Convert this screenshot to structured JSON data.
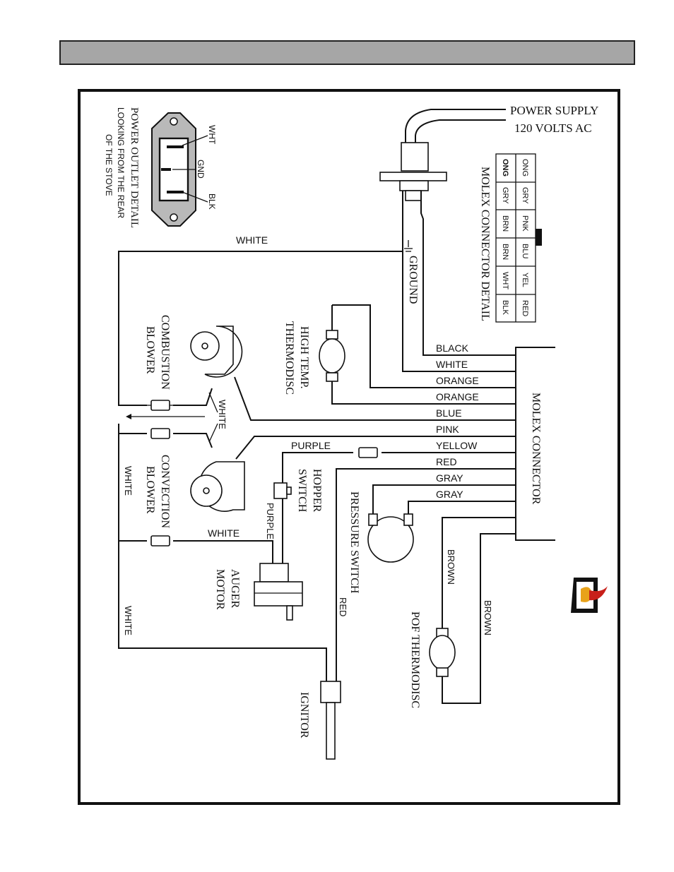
{
  "header": {
    "title": ""
  },
  "power_supply": {
    "line1": "POWER SUPPLY",
    "line2": "120 VOLTS AC"
  },
  "ground_label": "GROUND",
  "molex_detail": {
    "title": "MOLEX CONNECTOR DETAIL",
    "row_top": [
      "ONG",
      "GRY",
      "PNK",
      "BLU",
      "YEL",
      "RED"
    ],
    "row_bottom": [
      "ONG",
      "GRY",
      "BRN",
      "BRN",
      "WHT",
      "BLK"
    ]
  },
  "molex_connector_label": "MOLEX CONNECTOR",
  "wires": [
    "BLACK",
    "WHITE",
    "ORANGE",
    "ORANGE",
    "BLUE",
    "PINK",
    "YELLOW",
    "RED",
    "GRAY",
    "GRAY"
  ],
  "power_outlet": {
    "wht": "WHT",
    "gnd": "GND",
    "blk": "BLK",
    "caption1": "POWER OUTLET DETAIL",
    "caption2": "LOOKING FROM THE REAR",
    "caption3": "OF THE STOVE"
  },
  "components": {
    "high_temp": [
      "HIGH TEMP.",
      "THERMODISC"
    ],
    "combustion": [
      "COMBUSTION",
      "BLOWER"
    ],
    "convection": [
      "CONVECTION",
      "BLOWER"
    ],
    "hopper": [
      "HOPPER",
      "SWITCH"
    ],
    "pressure": "PRESSURE SWITCH",
    "auger": [
      "AUGER",
      "MOTOR"
    ],
    "pof": "POF THERMODISC",
    "ignitor": "IGNITOR"
  },
  "labels": {
    "white_top": "WHITE",
    "white_mid": "WHITE",
    "white_left": "WHITE",
    "white_conv": "WHITE",
    "white_bottom": "WHITE",
    "purple_h": "PURPLE",
    "purple_v": "PURPLE",
    "red_v": "RED",
    "brown1": "BROWN",
    "brown2": "BROWN"
  }
}
